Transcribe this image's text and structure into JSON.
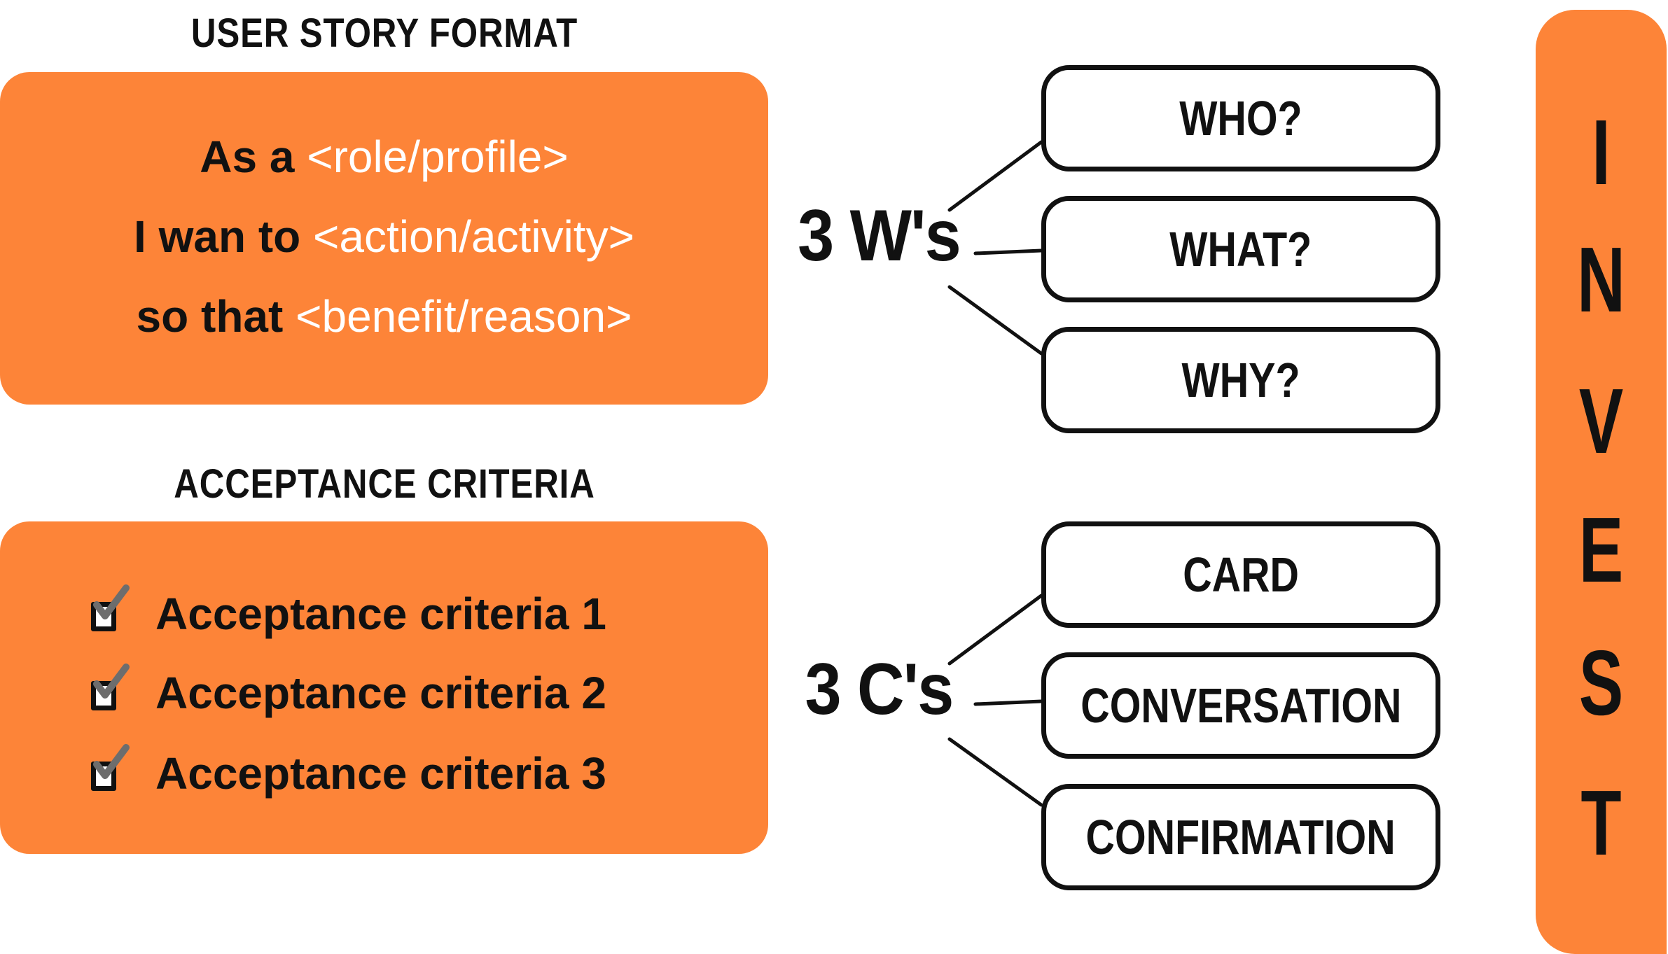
{
  "user_story": {
    "title": "USER STORY FORMAT",
    "lines": [
      {
        "prefix": "As a",
        "highlight": "<role/profile>"
      },
      {
        "prefix": "I wan to",
        "highlight": "<action/activity>"
      },
      {
        "prefix": "so that",
        "highlight": "<benefit/reason>"
      }
    ]
  },
  "acceptance": {
    "title": "ACCEPTANCE CRITERIA",
    "items": [
      "Acceptance criteria 1",
      "Acceptance criteria 2",
      "Acceptance criteria 3"
    ],
    "checked": [
      true,
      true,
      true
    ]
  },
  "three_ws": {
    "label": "3 W's",
    "items": [
      "WHO?",
      "WHAT?",
      "WHY?"
    ]
  },
  "three_cs": {
    "label": "3 C's",
    "items": [
      "CARD",
      "CONVERSATION",
      "CONFIRMATION"
    ]
  },
  "invest": {
    "letters": [
      "I",
      "N",
      "V",
      "E",
      "S",
      "T"
    ]
  },
  "colors": {
    "accent": "#fd8438",
    "ink": "#111111",
    "highlight_text": "#ffffff",
    "check": "#6d6d6d"
  }
}
